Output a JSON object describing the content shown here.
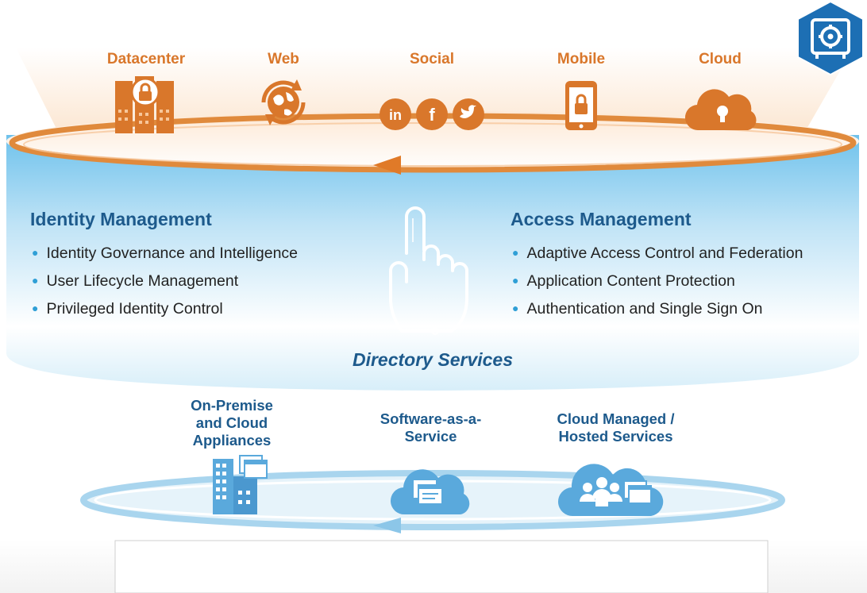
{
  "top_channels": [
    {
      "label": "Datacenter",
      "icon": "datacenter-lock-icon"
    },
    {
      "label": "Web",
      "icon": "globe-refresh-icon"
    },
    {
      "label": "Social",
      "icon": "social-media-icons"
    },
    {
      "label": "Mobile",
      "icon": "mobile-lock-icon"
    },
    {
      "label": "Cloud",
      "icon": "cloud-lock-icon"
    }
  ],
  "identity": {
    "title": "Identity Management",
    "items": [
      "Identity Governance and Intelligence",
      "User Lifecycle Management",
      "Privileged Identity Control"
    ]
  },
  "access": {
    "title": "Access Management",
    "items": [
      "Adaptive Access Control and Federation",
      "Application Content Protection",
      "Authentication and Single Sign On"
    ]
  },
  "center": {
    "label": "Directory Services",
    "icon": "pointing-hand-icon"
  },
  "deployments": [
    {
      "label": "On-Premise and Cloud Appliances",
      "lines": [
        "On-Premise",
        "and Cloud",
        "Appliances"
      ],
      "icon": "building-icon"
    },
    {
      "label": "Software-as-a-Service",
      "lines": [
        "Software-as-a-",
        "Service"
      ],
      "icon": "cloud-app-icon"
    },
    {
      "label": "Cloud Managed / Hosted Services",
      "lines": [
        "Cloud Managed /",
        "Hosted Services"
      ],
      "icon": "cloud-people-icon"
    }
  ],
  "badge_icon": "vault-gear-icon",
  "colors": {
    "orange": "#d9772b",
    "blue_title": "#1d5a8c",
    "bullet": "#2f9fd6",
    "badge": "#1d6fb4"
  }
}
